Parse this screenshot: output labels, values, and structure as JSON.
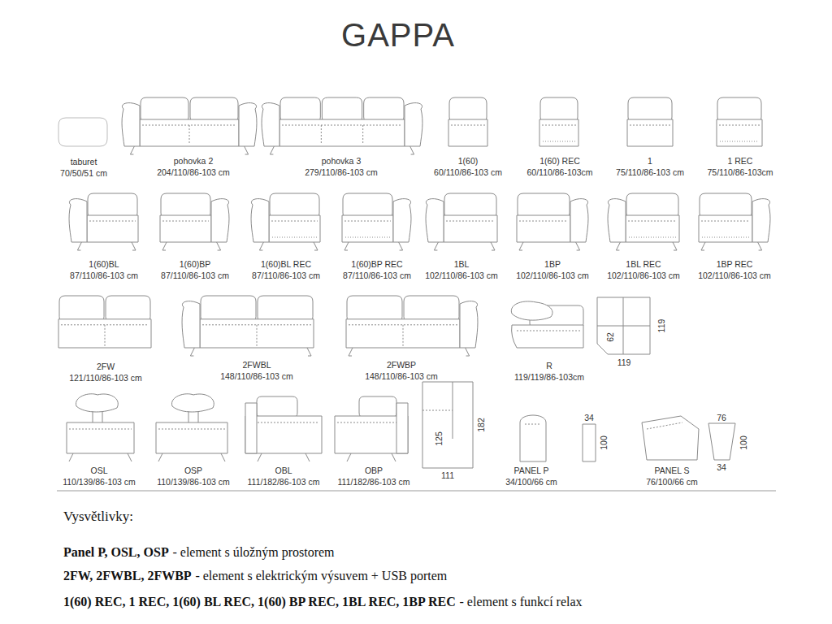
{
  "diagram": {
    "title": "GAPPA",
    "labels": [
      "taburet",
      "70/50/51 cm",
      "pohovka 2",
      "204/110/86-103 cm",
      "pohovka 3",
      "279/110/86-103 cm",
      "1(60)",
      "60/110/86-103 cm",
      "1(60) REC",
      "60/110/86-103cm",
      "1",
      "75/110/86-103 cm",
      "1 REC",
      "75/110/86-103cm",
      "1(60)BL",
      "87/110/86-103 cm",
      "1(60)BP",
      "87/110/86-103 cm",
      "1(60)BL REC",
      "87/110/86-103 cm",
      "1(60)BP REC",
      "87/110/86-103 cm",
      "1BL",
      "102/110/86-103 cm",
      "1BP",
      "102/110/86-103 cm",
      "1BL REC",
      "102/110/86-103 cm",
      "1BP REC",
      "102/110/86-103 cm",
      "2FW",
      "121/110/86-103 cm",
      "2FWBL",
      "148/110/86-103 cm",
      "2FWBP",
      "148/110/86-103 cm",
      "R",
      "119/119/86-103cm",
      "62",
      "119",
      "119",
      "OSL",
      "110/139/86-103 cm",
      "OSP",
      "110/139/86-103 cm",
      "OBL",
      "111/182/86-103 cm",
      "OBP",
      "111/182/86-103 cm",
      "125",
      "182",
      "111",
      "PANEL P",
      "34/100/66 cm",
      "34",
      "100",
      "PANEL S",
      "76/100/66 cm",
      "76",
      "100",
      "34",
      "Vysvětlivky:",
      "Panel P, OSL, OSP",
      "- element s úložným prostorem",
      "2FW, 2FWBL, 2FWBP",
      "- element s elektrickým výsuvem + USB portem",
      "1(60) REC, 1 REC, 1(60) BL REC, 1(60) BP REC, 1BL REC, 1BP REC",
      "- element s funkcí relax"
    ]
  }
}
